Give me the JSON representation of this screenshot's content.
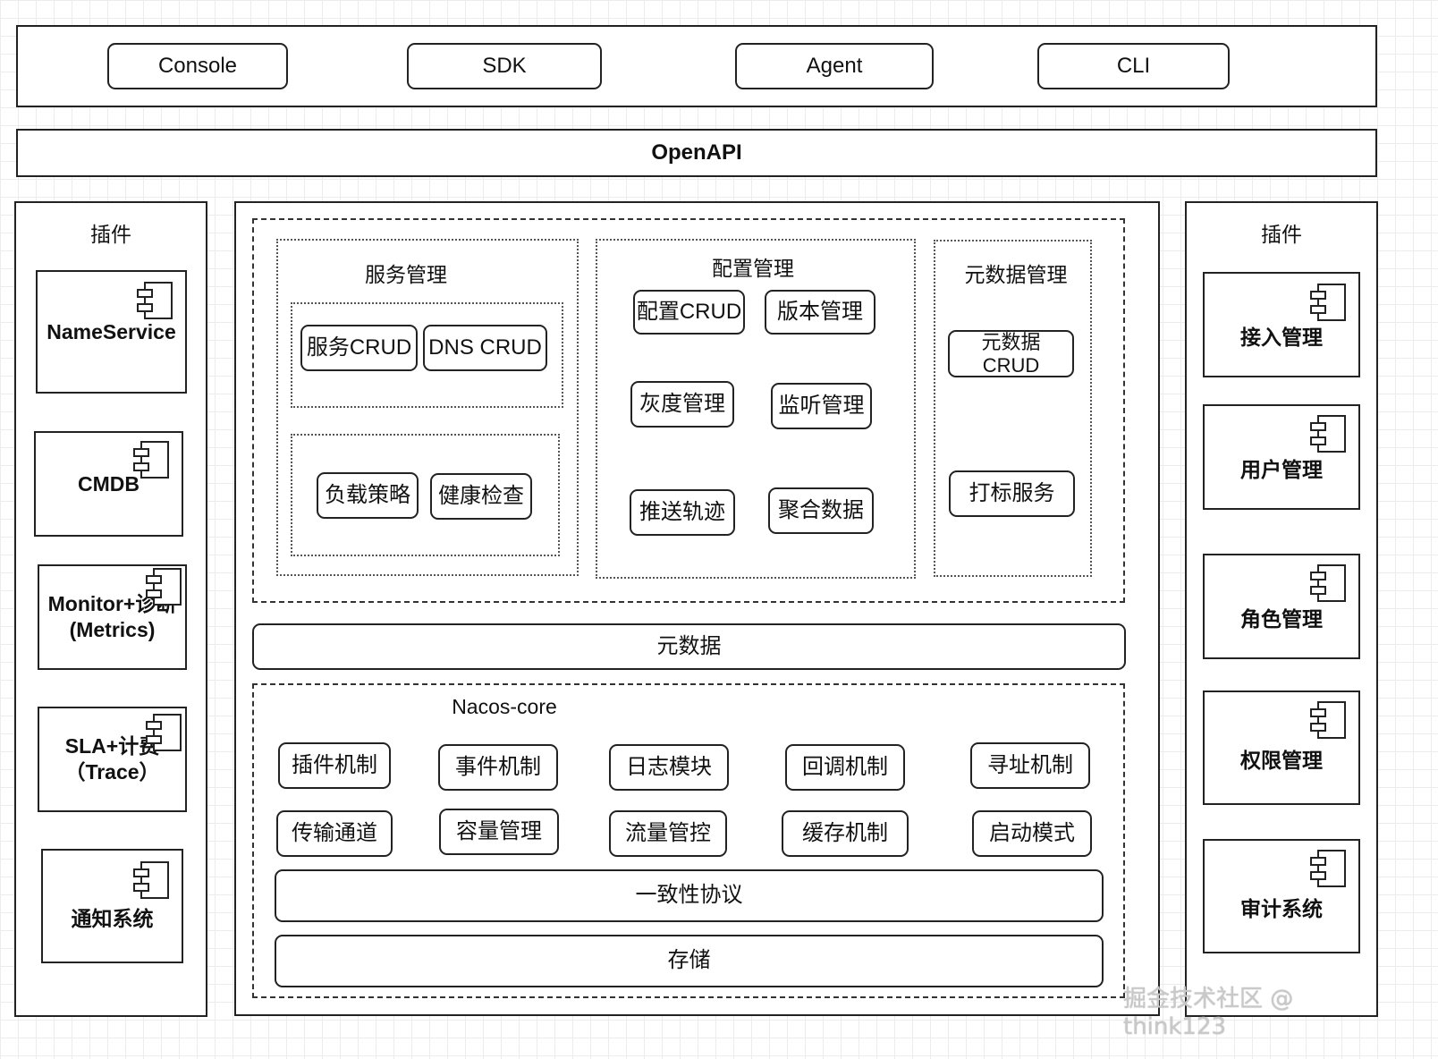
{
  "clients": [
    "Console",
    "SDK",
    "Agent",
    "CLI"
  ],
  "openapi": "OpenAPI",
  "left_panel": {
    "title": "插件",
    "items": [
      "NameService",
      "CMDB",
      "Monitor+诊断\n(Metrics)",
      "SLA+计费\n（Trace）",
      "通知系统"
    ]
  },
  "right_panel": {
    "title": "插件",
    "items": [
      "接入管理",
      "用户管理",
      "角色管理",
      "权限管理",
      "审计系统"
    ]
  },
  "service_mgmt": {
    "title": "服务管理",
    "items": [
      "服务CRUD",
      "DNS CRUD",
      "负载策略",
      "健康检查"
    ]
  },
  "config_mgmt": {
    "title": "配置管理",
    "items": [
      "配置CRUD",
      "版本管理",
      "灰度管理",
      "监听管理",
      "推送轨迹",
      "聚合数据"
    ]
  },
  "metadata_mgmt": {
    "title": "元数据管理",
    "items": [
      "元数据\nCRUD",
      "打标服务"
    ]
  },
  "metadata_bar": "元数据",
  "core": {
    "title": "Nacos-core",
    "row1": [
      "插件机制",
      "事件机制",
      "日志模块",
      "回调机制",
      "寻址机制"
    ],
    "row2": [
      "传输通道",
      "容量管理",
      "流量管控",
      "缓存机制",
      "启动模式"
    ],
    "consistency": "一致性协议",
    "storage": "存储"
  },
  "watermark": "掘金技术社区 @ think123"
}
